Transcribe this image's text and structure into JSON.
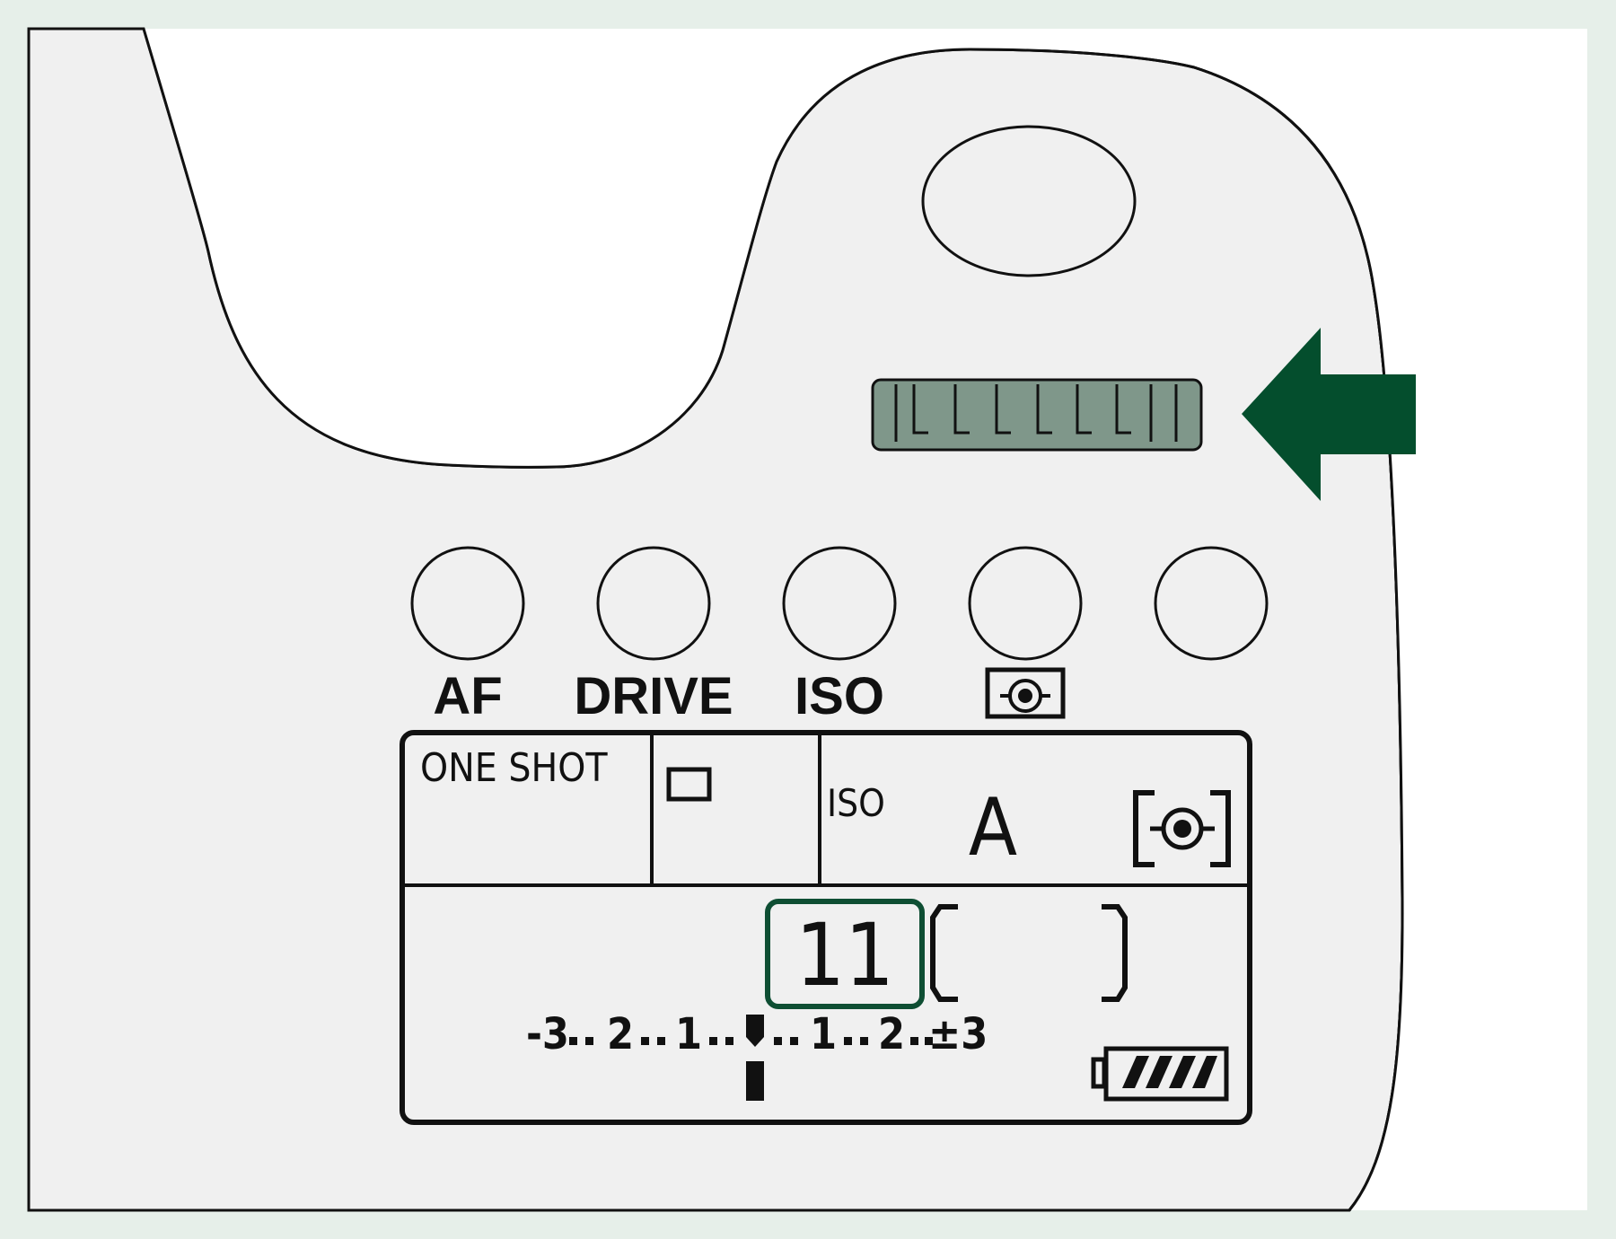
{
  "buttons": [
    {
      "label": "AF"
    },
    {
      "label": "DRIVE"
    },
    {
      "label": "ISO"
    },
    {
      "label": "",
      "icon": "metering-icon"
    },
    {
      "label": "",
      "icon": "blank"
    }
  ],
  "lcd": {
    "af_mode": "ONE SHOT",
    "drive_icon": "single-shot-icon",
    "iso_label": "ISO",
    "iso_value": "A",
    "metering_icon": "evaluative-metering-icon",
    "aperture_value": "11",
    "exposure_scale": {
      "labels": [
        "-3",
        "2",
        "1",
        "1",
        "2",
        "±3"
      ],
      "level": 0
    },
    "battery_bars": 4
  },
  "colors": {
    "background": "#e6efe9",
    "body": "#f0f0f0",
    "arrow": "#044e2d",
    "dial": "#7f978a",
    "highlight": "#0e4e33"
  },
  "indicator": {
    "icon": "arrow-left-icon",
    "points_to": "main-dial"
  }
}
